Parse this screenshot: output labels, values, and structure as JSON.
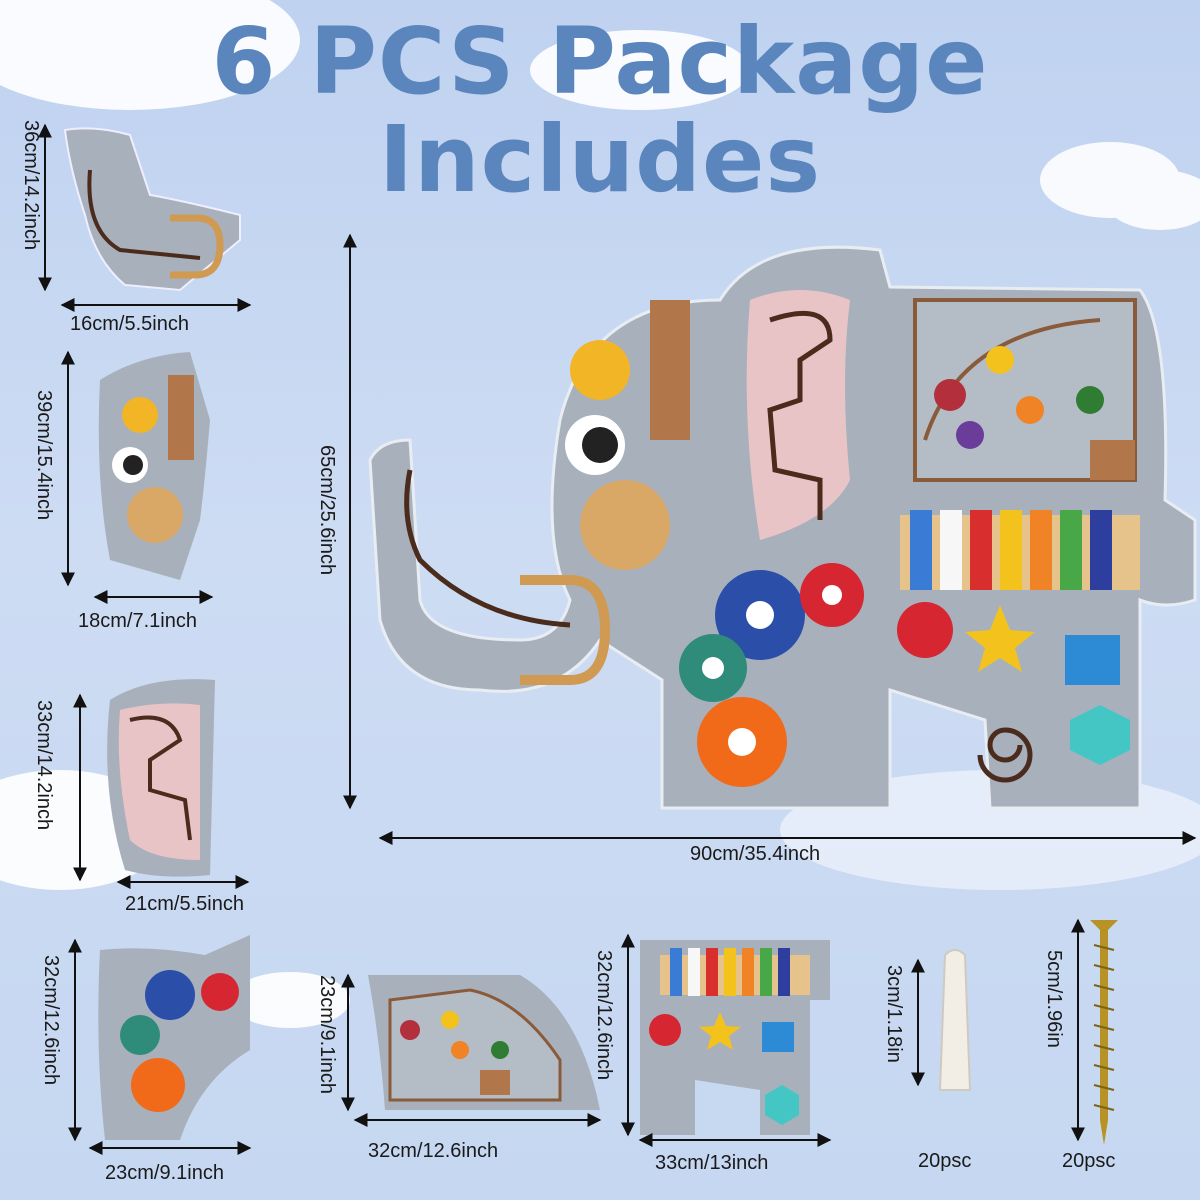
{
  "title": {
    "line1": "6 PCS Package",
    "line2": "Includes"
  },
  "pieces": {
    "p1": {
      "width": "16cm/5.5inch",
      "height": "36cm/14.2inch"
    },
    "p2": {
      "width": "18cm/7.1inch",
      "height": "39cm/15.4inch"
    },
    "p3": {
      "width": "21cm/5.5inch",
      "height": "33cm/14.2inch"
    },
    "p4": {
      "width": "23cm/9.1inch",
      "height": "32cm/12.6inch"
    },
    "p5": {
      "width": "32cm/12.6inch",
      "height": "23cm/9.1inch"
    },
    "p6": {
      "width": "33cm/13inch",
      "height": "32cm/12.6inch"
    }
  },
  "assembled": {
    "width": "90cm/35.4inch",
    "height": "65cm/25.6inch"
  },
  "anchor": {
    "length": "3cm/1.18in",
    "qty": "20psc"
  },
  "screw": {
    "length": "5cm/1.96in",
    "qty": "20psc"
  }
}
